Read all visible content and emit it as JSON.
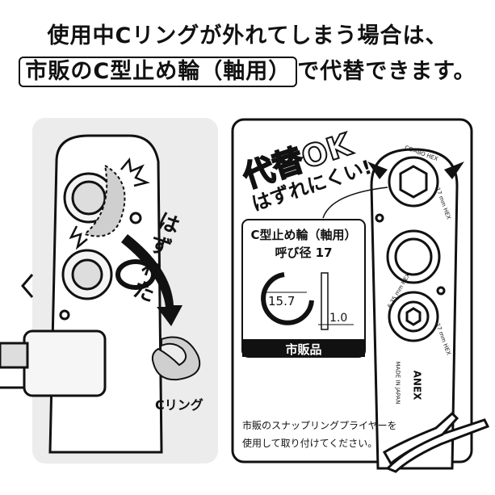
{
  "headline": {
    "line1": "使用中Cリングが外れてしまう場合は、",
    "line2_boxed": "市販のC型止め輪（軸用）",
    "line2_rest": "で代替できます。"
  },
  "left_panel": {
    "callout": "はずれた",
    "ring_label": "Cリング"
  },
  "right_panel": {
    "title_big": "代替OK",
    "title_sub": "はずれにくい!",
    "spec_title": "C型止め輪（軸用）",
    "spec_size": "呼び径 17",
    "dim_inner": "15.7",
    "dim_thickness": "1.0",
    "badge": "市販品",
    "note_line1": "市販のスナップリングプライヤーを",
    "note_line2": "使用して取り付けてください。",
    "brand": "ANEX",
    "made_in": "MADE IN JAPAN",
    "hex_top": "17 mm HEX",
    "hex_mid": "6.35 mm HEX",
    "hex_bottom": "17 mm HEX",
    "combo": "COMBO HEX"
  },
  "nav": {
    "prev_icon": "chevron-left-icon"
  }
}
